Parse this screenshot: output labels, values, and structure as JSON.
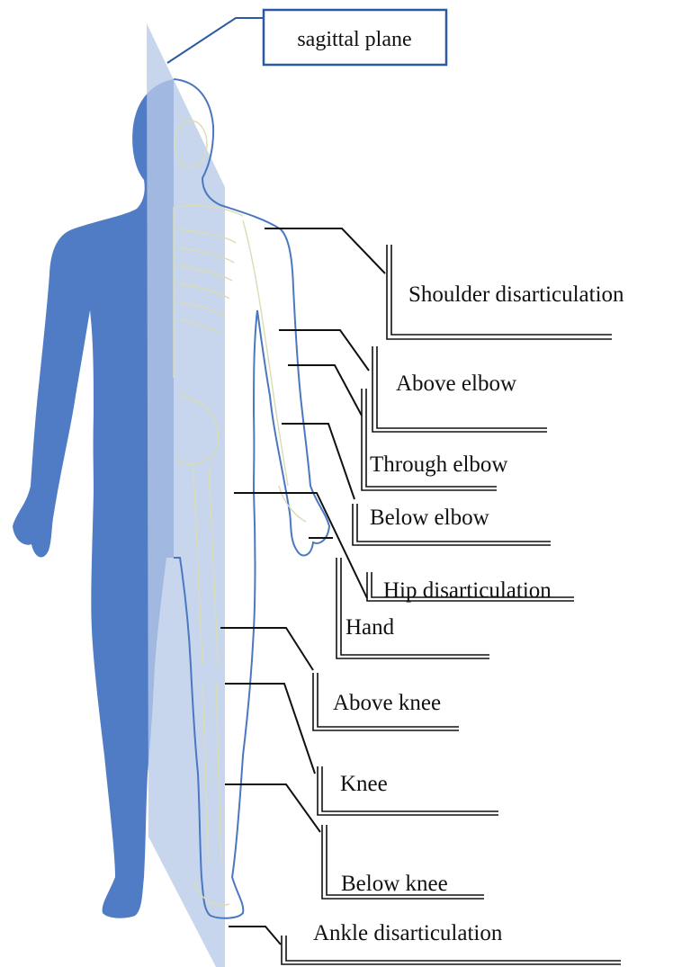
{
  "title_label": "sagittal plane",
  "colors": {
    "body_fill": "#4f7cc4",
    "plane_fill": "#b9cbe8",
    "outline": "#4a78c0",
    "skeleton": "#d9dcb4",
    "box_border": "#2c5aa0",
    "leader": "#111111"
  },
  "amputation_levels": [
    {
      "id": "shoulder-disarticulation",
      "label": "Shoulder disarticulation"
    },
    {
      "id": "above-elbow",
      "label": "Above elbow"
    },
    {
      "id": "through-elbow",
      "label": "Through elbow"
    },
    {
      "id": "below-elbow",
      "label": "Below elbow"
    },
    {
      "id": "hip-disarticulation",
      "label": "Hip disarticulation"
    },
    {
      "id": "hand",
      "label": "Hand"
    },
    {
      "id": "above-knee",
      "label": "Above knee"
    },
    {
      "id": "knee",
      "label": "Knee"
    },
    {
      "id": "below-knee",
      "label": "Below knee"
    },
    {
      "id": "ankle-disarticulation",
      "label": "Ankle disarticulation"
    }
  ]
}
